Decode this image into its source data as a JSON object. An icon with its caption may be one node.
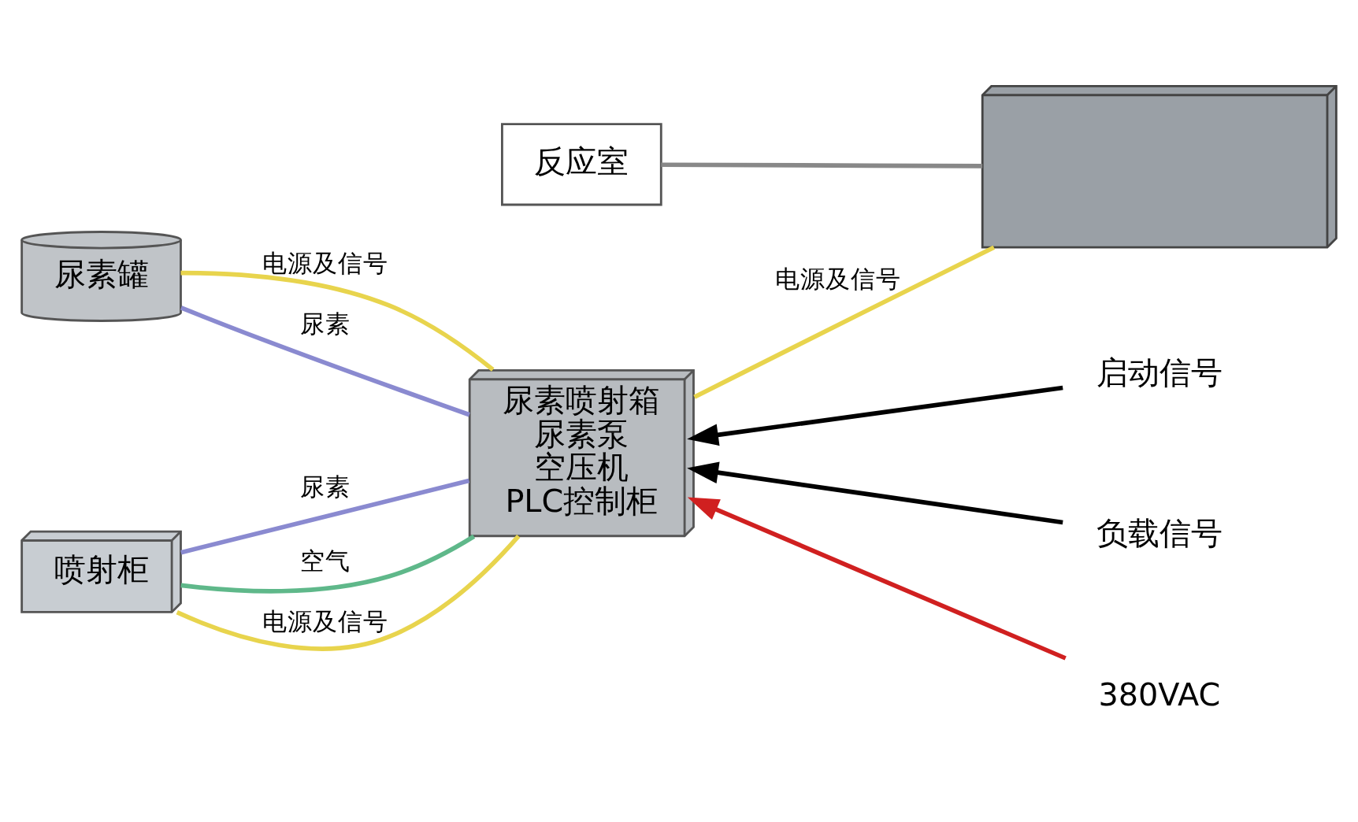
{
  "diagram": {
    "nodes": [
      {
        "text": [
          "喷射柜"
        ]
      },
      {
        "text": [
          "反应室"
        ]
      },
      {
        "text": [],
        "shape": "picture"
      },
      {
        "text": [
          "尿素罐"
        ]
      },
      {
        "text": [
          "尿素喷射箱",
          "尿素泵",
          "空压机",
          "PLC控制柜"
        ]
      },
      {
        "text": [
          "启动信号"
        ]
      },
      {
        "text": [
          "负载信号"
        ]
      },
      {
        "text": [
          "380VAC"
        ]
      }
    ],
    "edges": [
      {
        "from": 4,
        "to": 0,
        "arrow": "none",
        "label": "尿素",
        "color": "#8a8ad0"
      },
      {
        "from": 4,
        "to": 0,
        "arrow": "none",
        "label": "空气",
        "color": "#5fb88a"
      },
      {
        "from": 4,
        "to": 0,
        "arrow": "none",
        "label": "电源及信号",
        "color": "#e8d44d"
      },
      {
        "from": 4,
        "to": 2,
        "arrow": "none",
        "label": "电源及信号",
        "color": "#e8d44d"
      },
      {
        "from": 3,
        "to": 4,
        "arrow": "none",
        "label": "电源及信号",
        "color": "#e8d44d"
      },
      {
        "from": 3,
        "to": 4,
        "arrow": "none",
        "label": "尿素",
        "color": "#8a8ad0"
      },
      {
        "from": 5,
        "to": 4,
        "arrow": "to",
        "color": "#000000"
      },
      {
        "from": 6,
        "to": 4,
        "arrow": "to",
        "color": "#000000"
      },
      {
        "from": 7,
        "to": 4,
        "arrow": "to",
        "color": "#d02020"
      },
      {
        "from": 1,
        "to": 2,
        "arrow": "none",
        "color": "#888888"
      }
    ]
  }
}
